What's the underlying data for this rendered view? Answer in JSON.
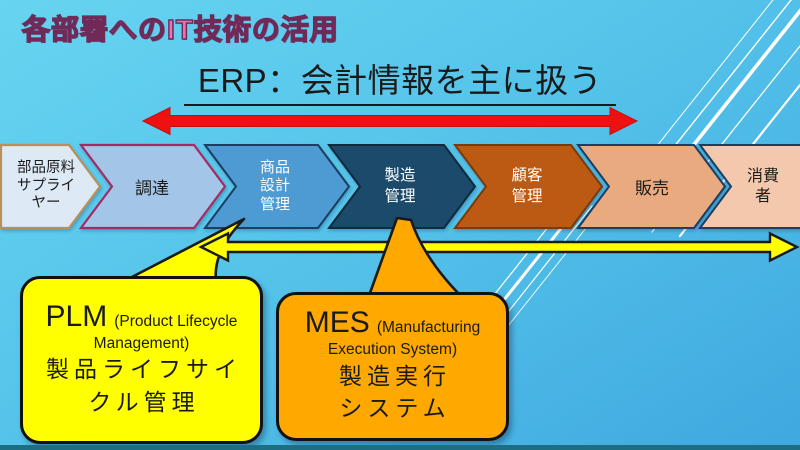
{
  "colors": {
    "bg-top": "#67d4f0",
    "bg-bottom": "#3fa8e0",
    "bottom-bar": "#1d6e83",
    "decor-line": "#ffffff",
    "ink": "#1a1a1a",
    "red-arrow": "#ee1111",
    "yellow": "#ffff00",
    "mes-orange": "#ffa800",
    "title-pink": "#f170b5",
    "title-outline": "#6f2a58"
  },
  "header": {
    "slide_title": "各部署へのIT技術の活用",
    "erp_heading": "ERP：会計情報を主に扱う"
  },
  "process_flow": {
    "steps": [
      {
        "label": "部品原料\nサプライ\nヤー",
        "fill": "#dde9f5",
        "border": "#b9905a",
        "text_color": "#1a1a1a"
      },
      {
        "label": "調達",
        "fill": "#a3c6e8",
        "border": "#a62a64",
        "text_color": "#1a1a1a"
      },
      {
        "label": "商品\n設計\n管理",
        "fill": "#4e9ad3",
        "border": "#1c3e63",
        "text_color": "#ffffff"
      },
      {
        "label": "製造\n管理",
        "fill": "#1b4a6a",
        "border": "#10293d",
        "text_color": "#ffffff"
      },
      {
        "label": "顧客\n管理",
        "fill": "#bc5a14",
        "border": "#7d3a06",
        "text_color": "#ffffff"
      },
      {
        "label": "販売",
        "fill": "#eaaa80",
        "border": "#1c3e63",
        "text_color": "#1a1a1a"
      },
      {
        "label": "消費\n者",
        "fill": "#f3c8ac",
        "border": "#1c3e63",
        "text_color": "#1a1a1a"
      }
    ]
  },
  "callouts": {
    "plm": {
      "abbr": "PLM",
      "en_line1": "(Product Lifecycle",
      "en_line2": "Management)",
      "jp_line1": "製品ライフサイ",
      "jp_line2": "クル管理",
      "fill": "#ffff00",
      "border": "#111111"
    },
    "mes": {
      "abbr": "MES",
      "en_line1": "(Manufacturing",
      "en_line2": "Execution System)",
      "jp_line1": "製造実行",
      "jp_line2": "システム",
      "fill": "#ffa800",
      "border": "#111111"
    }
  }
}
